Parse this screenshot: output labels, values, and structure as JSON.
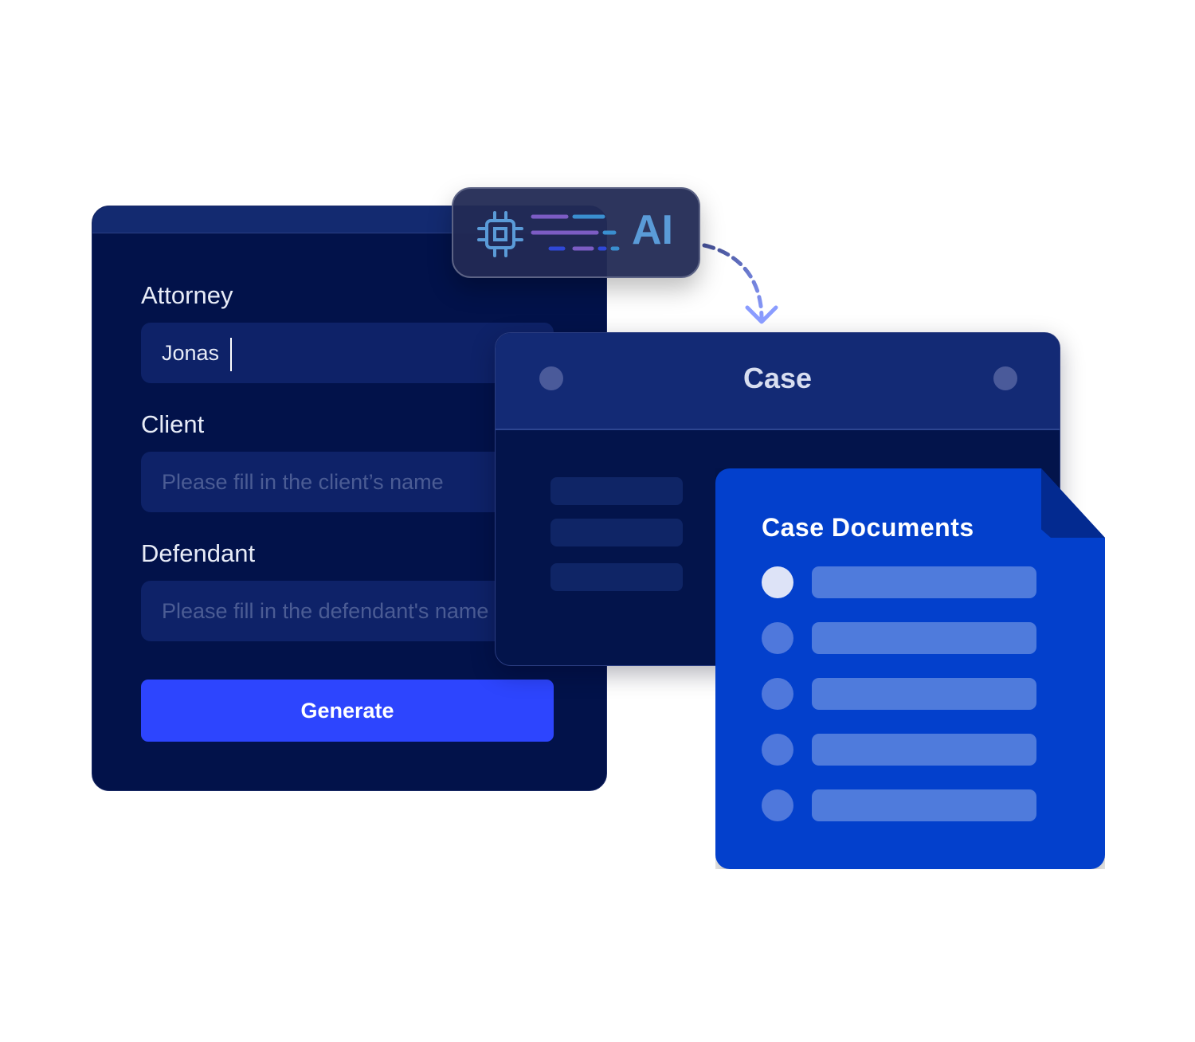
{
  "form": {
    "attorney_label": "Attorney",
    "attorney_value": "Jonas",
    "client_label": "Client",
    "client_placeholder": "Please fill in the client’s name",
    "defendant_label": "Defendant",
    "defendant_placeholder": "Please fill in the defendant's name",
    "generate_label": "Generate"
  },
  "ai_badge": {
    "label": "AI",
    "icon": "cpu-chip-icon"
  },
  "case_window": {
    "title": "Case"
  },
  "case_documents": {
    "title": "Case Documents",
    "item_count": 5,
    "selected_index": 0
  },
  "colors": {
    "primary_button": "#2d45fe",
    "panel": "#02124a",
    "documents": "#0340cc",
    "ai_text": "#5a9bd8"
  }
}
